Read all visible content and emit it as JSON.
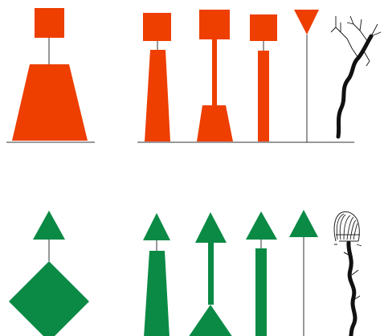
{
  "colors": {
    "port": "#ee3e00",
    "starboard": "#0a8a45",
    "outline": "#333333",
    "branch": "#111111",
    "background": "#ffffff"
  },
  "rows": [
    {
      "name": "red-port-marks",
      "marks": [
        "buoy-conical-base",
        "beacon-tapered",
        "beacon-thin-pole",
        "beacon-column",
        "triangle-pole",
        "stake-withy"
      ]
    },
    {
      "name": "green-starboard-marks",
      "marks": [
        "buoy-diamond-base",
        "beacon-tapered",
        "beacon-thin-pole",
        "beacon-column",
        "triangle-pole",
        "stake-withy-bundle"
      ]
    }
  ]
}
